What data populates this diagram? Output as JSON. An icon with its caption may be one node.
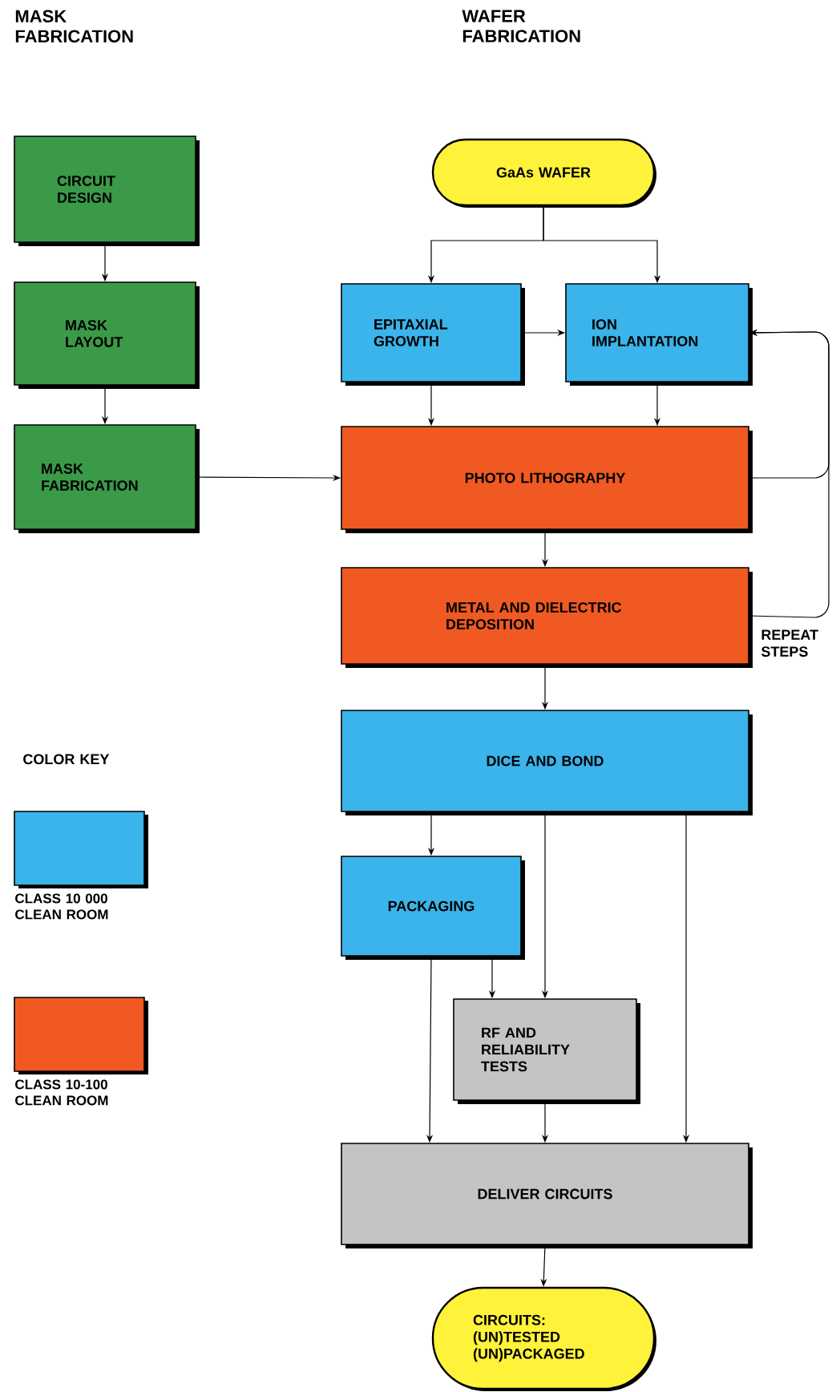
{
  "diagram": {
    "nodes": [
      {
        "text": [
          "CIRCUIT DESIGN"
        ]
      },
      {
        "text": [
          "MASK LAYOUT"
        ]
      },
      {
        "text": [
          "MASK FABRICATION"
        ]
      },
      {
        "text": [
          "GaAs WAFER"
        ]
      },
      {
        "text": [
          "EPITAXIAL GROWTH"
        ]
      },
      {
        "text": [
          "ION IMPLANTATION"
        ]
      },
      {
        "text": [
          "PHOTO LITHOGRAPHY"
        ]
      },
      {
        "text": [
          "METAL AND DIELECTRIC DEPOSITION"
        ]
      },
      {
        "text": [
          "DICE AND BOND"
        ]
      },
      {
        "text": [
          "PACKAGING"
        ]
      },
      {
        "text": [
          "RF AND RELIABILITY TESTS"
        ]
      },
      {
        "text": [
          "DELIVER CIRCUITS"
        ]
      },
      {
        "text": [
          "CIRCUITS: (UN)TESTED (UN)PACKAGED"
        ]
      }
    ],
    "edges": [
      {
        "from": 0,
        "to": 1,
        "arrow": "to"
      },
      {
        "from": 1,
        "to": 2,
        "arrow": "to"
      },
      {
        "from": 2,
        "to": 6,
        "arrow": "to"
      },
      {
        "from": 3,
        "to": 4,
        "arrow": "to"
      },
      {
        "from": 3,
        "to": 5,
        "arrow": "to"
      },
      {
        "from": 4,
        "to": 5,
        "arrow": "to"
      },
      {
        "from": 4,
        "to": 6,
        "arrow": "to"
      },
      {
        "from": 5,
        "to": 6,
        "arrow": "to"
      },
      {
        "from": 6,
        "to": 7,
        "arrow": "to"
      },
      {
        "from": 6,
        "to": 5,
        "arrow": "to"
      },
      {
        "from": 7,
        "to": 5,
        "arrow": "to",
        "label": "REPEAT STEPS"
      },
      {
        "from": 7,
        "to": 8,
        "arrow": "to"
      },
      {
        "from": 8,
        "to": 9,
        "arrow": "to"
      },
      {
        "from": 8,
        "to": 10,
        "arrow": "to"
      },
      {
        "from": 8,
        "to": 11,
        "arrow": "to"
      },
      {
        "from": 9,
        "to": 10,
        "arrow": "to"
      },
      {
        "from": 9,
        "to": 11,
        "arrow": "to"
      },
      {
        "from": 10,
        "to": 11,
        "arrow": "to"
      },
      {
        "from": 11,
        "to": 12,
        "arrow": "to"
      }
    ],
    "labels": [
      "MASK FABRICATION",
      "WAFER FABRICATION",
      "COLOR KEY"
    ],
    "legend": [
      {
        "text": "CLASS 10 000 CLEAN ROOM",
        "color": "#3ab4ea"
      },
      {
        "text": "CLASS 10-100 CLEAN ROOM",
        "color": "#f05a22"
      }
    ]
  }
}
